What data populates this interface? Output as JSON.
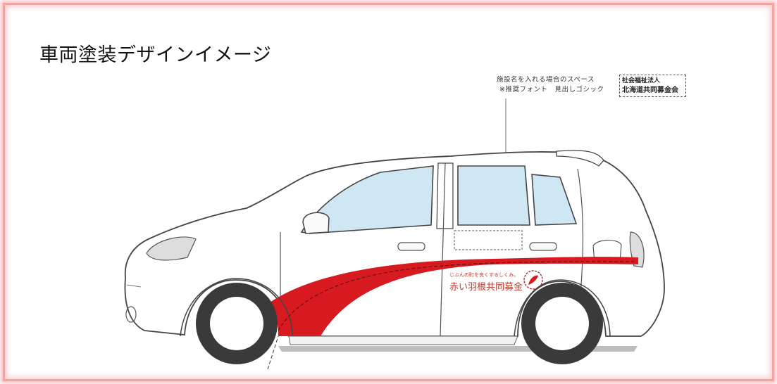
{
  "title": "車両塗装デザインイメージ",
  "note": {
    "line1": "施設名を入れる場合のスペース",
    "line2": "※推奨フォント　見出しゴシック"
  },
  "org_box": {
    "line1": "社会福祉法人",
    "line2": "北海道共同募金会"
  },
  "door_decal": {
    "slogan": "じぶんの町を良くするしくみ。",
    "name": "赤い羽根共同募金"
  },
  "colors": {
    "frame": "#f4a3a3",
    "stripe": "#d71920",
    "window": "#cfe6f3",
    "tire": "#3a3a3a"
  }
}
